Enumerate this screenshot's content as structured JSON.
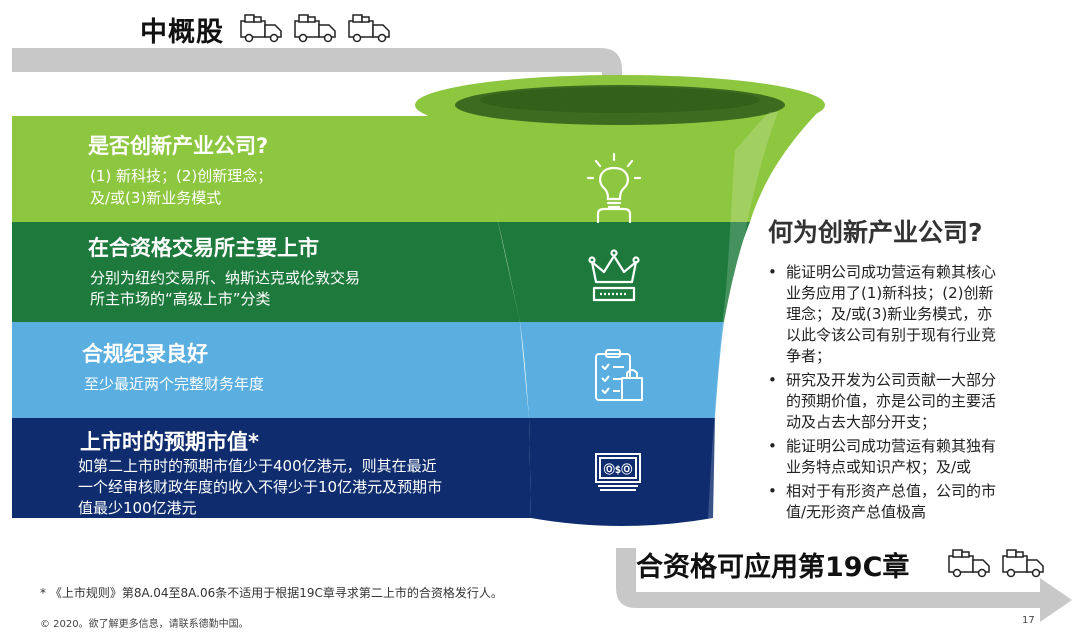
{
  "header": {
    "title": "中概股",
    "icons": [
      "truck-icon",
      "truck-icon",
      "truck-icon"
    ]
  },
  "funnel": {
    "bands": [
      {
        "heading": "是否创新产业公司?",
        "desc": [
          "(1) 新科技；(2)创新理念；",
          "及/或(3)新业务模式"
        ],
        "color": "#8dc63f",
        "icon": "lightbulb-icon"
      },
      {
        "heading": "在合资格交易所主要上市",
        "desc": [
          "分别为纽约交易所、纳斯达克或伦敦交易",
          "所主市场的“高级上市”分类"
        ],
        "color": "#1e7a3c",
        "icon": "crown-icon"
      },
      {
        "heading": "合规纪录良好",
        "desc": [
          "至少最近两个完整财务年度"
        ],
        "color": "#5aafe0",
        "icon": "checklist-bag-icon"
      },
      {
        "heading": "上市时的预期市值*",
        "desc": [
          "如第二上市时的预期市值少于400亿港元，则其在最近",
          "一个经审核财政年度的收入不得少于10亿港元及预期市",
          "值最少100亿港元"
        ],
        "color": "#0e2c6e",
        "icon": "banknote-icon"
      }
    ]
  },
  "side": {
    "title": "何为创新产业公司?",
    "bullets": [
      "能证明公司成功营运有赖其核心业务应用了(1)新科技；(2)创新理念；及/或(3)新业务模式，亦以此令该公司有别于现有行业竞争者；",
      "研究及开发为公司贡献一大部分的预期价值，亦是公司的主要活动及占去大部分开支；",
      "能证明公司成功营运有赖其独有业务特点或知识产权；及/或",
      "相对于有形资产总值，公司的市值/无形资产总值极高"
    ],
    "bullet_lines": [
      [
        "能证明公司成功营运有赖其核心",
        "业务应用了(1)新科技；(2)创新",
        "理念；及/或(3)新业务模式，亦",
        "以此令该公司有别于现有行业竞",
        "争者；"
      ],
      [
        "研究及开发为公司贡献一大部分",
        "的预期价值，亦是公司的主要活",
        "动及占去大部分开支；"
      ],
      [
        "能证明公司成功营运有赖其独有",
        "业务特点或知识产权；及/或"
      ],
      [
        "相对于有形资产总值，公司的市",
        "值/无形资产总值极高"
      ]
    ],
    "bullet_symbol": "•"
  },
  "footer": {
    "bottom_title": "合资格可应用第19C章",
    "footnote": "* 《上市规则》第8A.04至8A.06条不适用于根据19C章寻求第二上市的合资格发行人。",
    "copyright": "© 2020。欲了解更多信息，请联系德勤中国。",
    "page_number": "17"
  },
  "colors": {
    "arrow_gray": "#c8c8c8",
    "green_light": "#8dc63f",
    "green_dark": "#1e7a3c",
    "blue_light": "#5aafe0",
    "navy": "#0e2c6e"
  }
}
